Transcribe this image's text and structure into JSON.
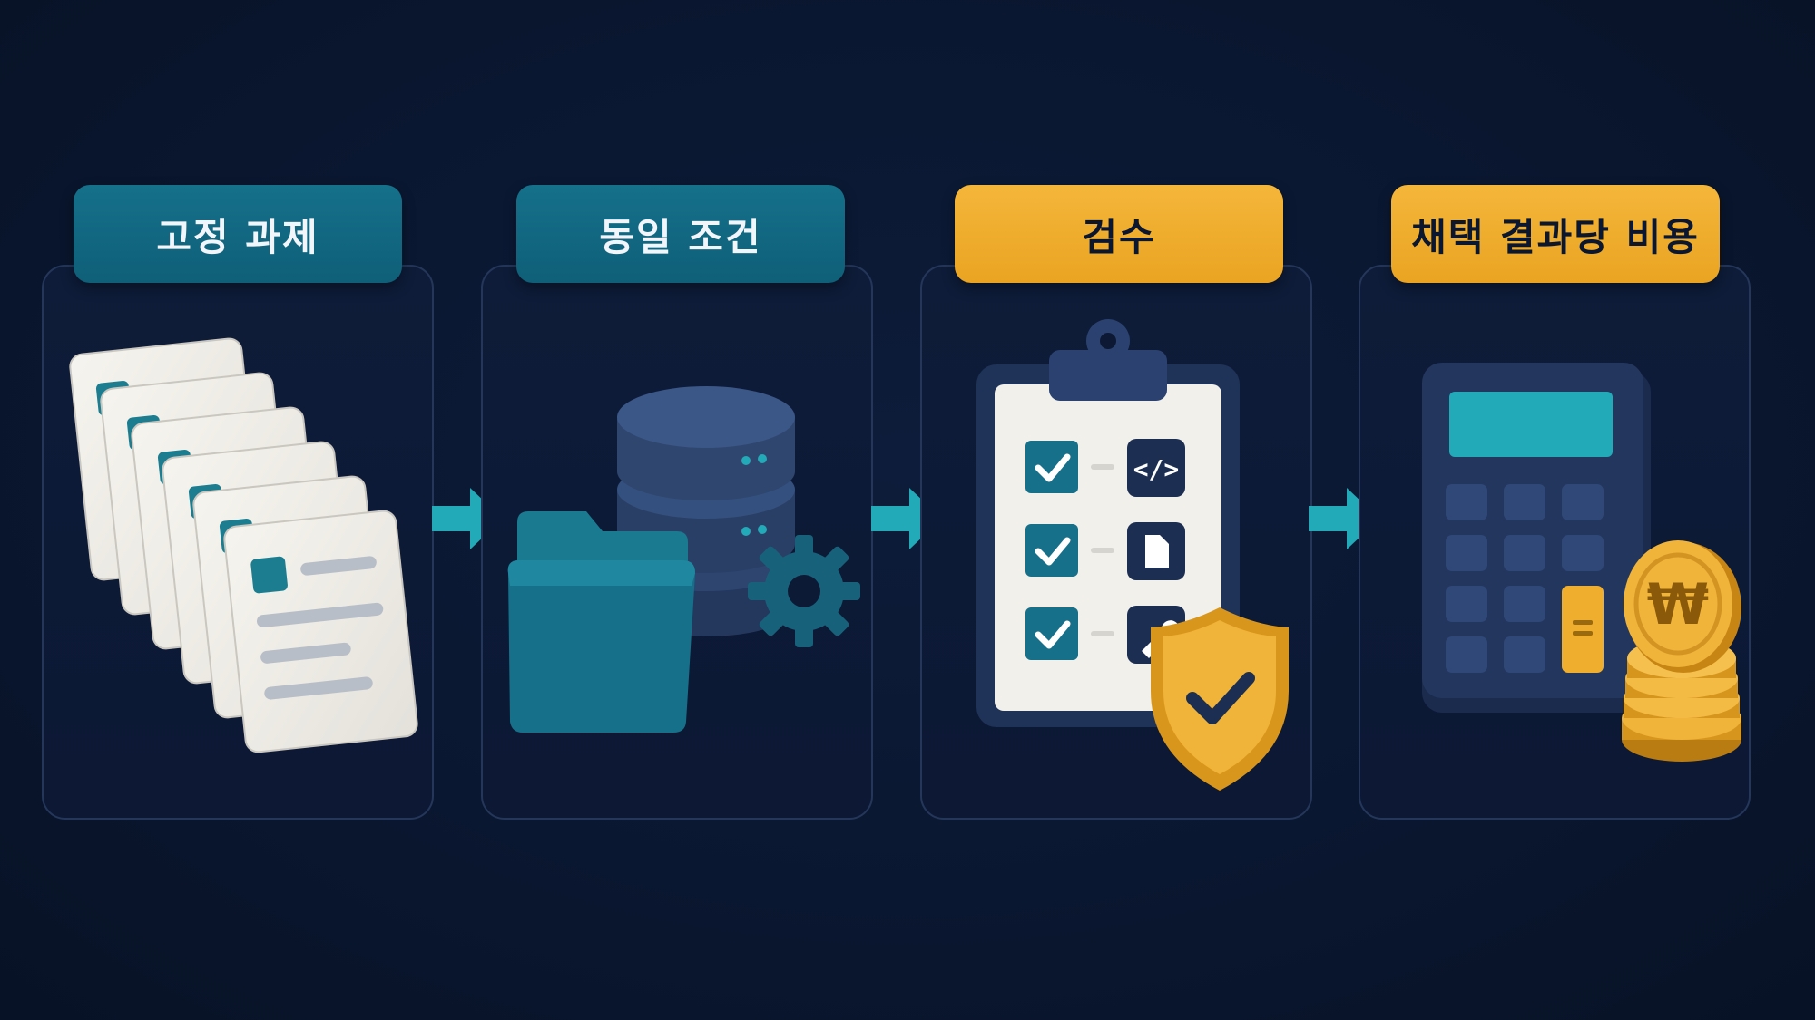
{
  "steps": [
    {
      "label": "고정 과제",
      "style": "teal",
      "icon": "stacked-documents-icon"
    },
    {
      "label": "동일 조건",
      "style": "teal",
      "icon": "database-folder-gear-icon"
    },
    {
      "label": "검수",
      "style": "amber",
      "icon": "clipboard-checklist-shield-icon"
    },
    {
      "label": "채택 결과당 비용",
      "style": "amber",
      "icon": "calculator-won-coins-icon"
    }
  ],
  "coin_symbol": "₩",
  "colors": {
    "background": "#0a1730",
    "teal": "#12677f",
    "amber": "#f0ae2e",
    "accent": "#22aab8"
  }
}
